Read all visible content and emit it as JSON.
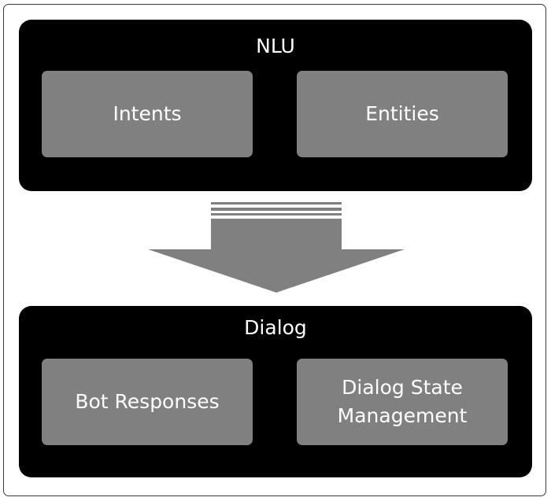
{
  "nlu": {
    "title": "NLU",
    "items": [
      "Intents",
      "Entities"
    ]
  },
  "dialog": {
    "title": "Dialog",
    "items": [
      "Bot Responses",
      "Dialog State Management"
    ]
  },
  "colors": {
    "group_background": "#000000",
    "box_background": "#808080",
    "arrow": "#808080",
    "text": "#ffffff"
  }
}
